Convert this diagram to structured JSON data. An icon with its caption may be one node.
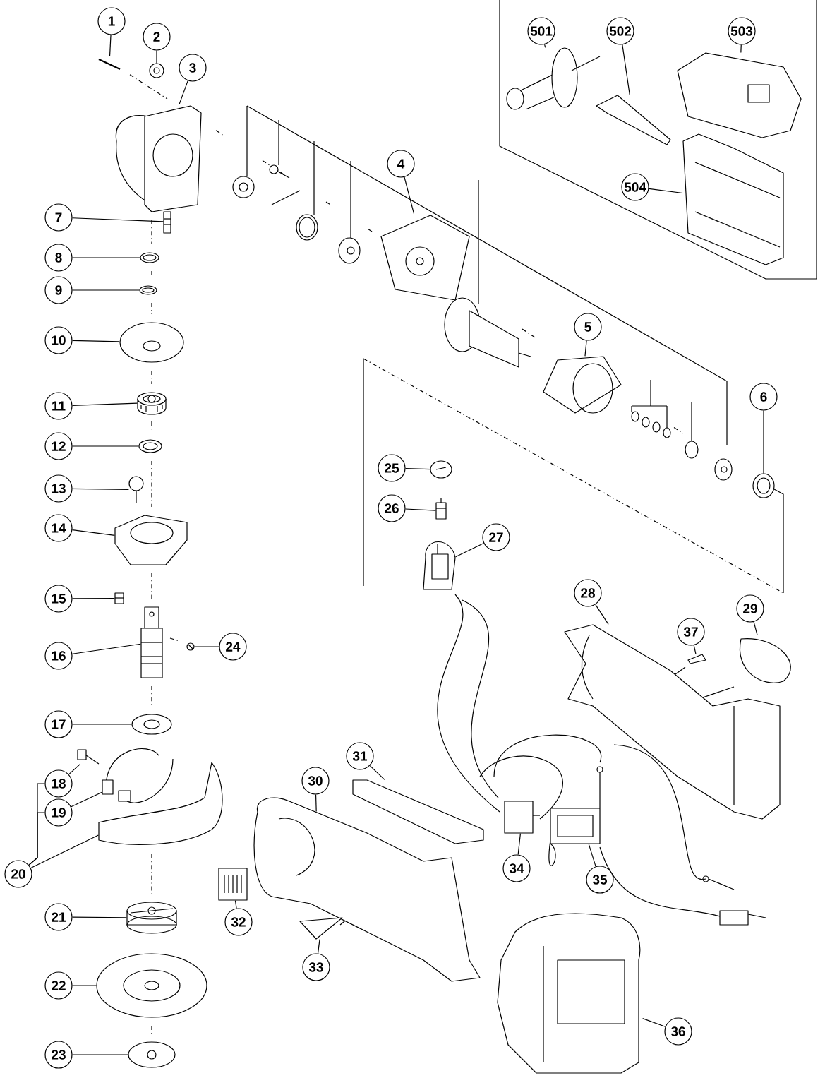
{
  "diagram": {
    "nodes": [
      {
        "text": [
          "1"
        ]
      },
      {
        "text": [
          "2"
        ]
      },
      {
        "text": [
          "3"
        ]
      },
      {
        "text": [
          "4"
        ]
      },
      {
        "text": [
          "5"
        ]
      },
      {
        "text": [
          "6"
        ]
      },
      {
        "text": [
          "7"
        ]
      },
      {
        "text": [
          "8"
        ]
      },
      {
        "text": [
          "9"
        ]
      },
      {
        "text": [
          "10"
        ]
      },
      {
        "text": [
          "11"
        ]
      },
      {
        "text": [
          "12"
        ]
      },
      {
        "text": [
          "13"
        ]
      },
      {
        "text": [
          "14"
        ]
      },
      {
        "text": [
          "15"
        ]
      },
      {
        "text": [
          "16"
        ]
      },
      {
        "text": [
          "17"
        ]
      },
      {
        "text": [
          "18"
        ]
      },
      {
        "text": [
          "19"
        ]
      },
      {
        "text": [
          "20"
        ]
      },
      {
        "text": [
          "21"
        ]
      },
      {
        "text": [
          "22"
        ]
      },
      {
        "text": [
          "23"
        ]
      },
      {
        "text": [
          "24"
        ]
      },
      {
        "text": [
          "25"
        ]
      },
      {
        "text": [
          "26"
        ]
      },
      {
        "text": [
          "27"
        ]
      },
      {
        "text": [
          "28"
        ]
      },
      {
        "text": [
          "29"
        ]
      },
      {
        "text": [
          "30"
        ]
      },
      {
        "text": [
          "31"
        ]
      },
      {
        "text": [
          "32"
        ]
      },
      {
        "text": [
          "33"
        ]
      },
      {
        "text": [
          "34"
        ]
      },
      {
        "text": [
          "35"
        ]
      },
      {
        "text": [
          "36"
        ]
      },
      {
        "text": [
          "37"
        ]
      },
      {
        "text": [
          "501"
        ]
      },
      {
        "text": [
          "502"
        ]
      },
      {
        "text": [
          "503"
        ]
      },
      {
        "text": [
          "504"
        ]
      },
      {
        "text": [],
        "shape": "picture"
      },
      {
        "text": [],
        "shape": "picture"
      },
      {
        "text": [],
        "shape": "picture"
      },
      {
        "text": [],
        "shape": "picture"
      },
      {
        "text": [],
        "shape": "picture"
      },
      {
        "text": [],
        "shape": "picture"
      },
      {
        "text": [],
        "shape": "picture"
      },
      {
        "text": [],
        "shape": "picture"
      },
      {
        "text": [],
        "shape": "picture"
      },
      {
        "text": [],
        "shape": "picture"
      },
      {
        "text": [],
        "shape": "picture"
      },
      {
        "text": [],
        "shape": "picture"
      },
      {
        "text": [],
        "shape": "picture"
      },
      {
        "text": [],
        "shape": "picture"
      },
      {
        "text": [],
        "shape": "picture"
      },
      {
        "text": [],
        "shape": "picture"
      },
      {
        "text": [],
        "shape": "picture"
      },
      {
        "text": [],
        "shape": "picture"
      },
      {
        "text": [],
        "shape": "picture"
      },
      {
        "text": [],
        "shape": "picture"
      },
      {
        "text": [],
        "shape": "picture"
      },
      {
        "text": [],
        "shape": "picture"
      },
      {
        "text": [],
        "shape": "picture"
      },
      {
        "text": [],
        "shape": "picture"
      },
      {
        "text": [],
        "shape": "picture"
      },
      {
        "text": [],
        "shape": "picture"
      },
      {
        "text": [],
        "shape": "picture"
      },
      {
        "text": [],
        "shape": "picture"
      },
      {
        "text": [],
        "shape": "picture"
      },
      {
        "text": [],
        "shape": "picture"
      },
      {
        "text": [],
        "shape": "picture"
      },
      {
        "text": [],
        "shape": "picture"
      },
      {
        "text": [],
        "shape": "picture"
      },
      {
        "text": [],
        "shape": "picture"
      },
      {
        "text": [],
        "shape": "picture"
      },
      {
        "text": [],
        "shape": "picture"
      },
      {
        "text": [],
        "shape": "picture"
      },
      {
        "text": [],
        "shape": "picture"
      },
      {
        "text": [],
        "shape": "picture"
      },
      {
        "text": [],
        "shape": "picture"
      },
      {
        "text": [],
        "shape": "picture"
      }
    ],
    "edges": [
      {
        "from": 0,
        "to": 41,
        "arrow": "none"
      },
      {
        "from": 1,
        "to": 42,
        "arrow": "none"
      },
      {
        "from": 2,
        "to": 43,
        "arrow": "none"
      },
      {
        "from": 3,
        "to": 44,
        "arrow": "none"
      },
      {
        "from": 4,
        "to": 45,
        "arrow": "none"
      },
      {
        "from": 5,
        "to": 46,
        "arrow": "none"
      },
      {
        "from": 6,
        "to": 47,
        "arrow": "none"
      },
      {
        "from": 7,
        "to": 48,
        "arrow": "none"
      },
      {
        "from": 8,
        "to": 49,
        "arrow": "none"
      },
      {
        "from": 9,
        "to": 50,
        "arrow": "none"
      },
      {
        "from": 10,
        "to": 51,
        "arrow": "none"
      },
      {
        "from": 11,
        "to": 52,
        "arrow": "none"
      },
      {
        "from": 12,
        "to": 53,
        "arrow": "none"
      },
      {
        "from": 13,
        "to": 54,
        "arrow": "none"
      },
      {
        "from": 14,
        "to": 55,
        "arrow": "none"
      },
      {
        "from": 15,
        "to": 56,
        "arrow": "none"
      },
      {
        "from": 16,
        "to": 57,
        "arrow": "none"
      },
      {
        "from": 17,
        "to": 58,
        "arrow": "none"
      },
      {
        "from": 18,
        "to": 59,
        "arrow": "none"
      },
      {
        "from": 19,
        "to": 60,
        "arrow": "none"
      },
      {
        "from": 20,
        "to": 61,
        "arrow": "none"
      },
      {
        "from": 21,
        "to": 62,
        "arrow": "none"
      },
      {
        "from": 22,
        "to": 63,
        "arrow": "none"
      },
      {
        "from": 23,
        "to": 64,
        "arrow": "none"
      },
      {
        "from": 24,
        "to": 65,
        "arrow": "none"
      },
      {
        "from": 25,
        "to": 66,
        "arrow": "none"
      },
      {
        "from": 26,
        "to": 67,
        "arrow": "none"
      },
      {
        "from": 27,
        "to": 68,
        "arrow": "none"
      },
      {
        "from": 28,
        "to": 69,
        "arrow": "none"
      },
      {
        "from": 29,
        "to": 70,
        "arrow": "none"
      },
      {
        "from": 30,
        "to": 71,
        "arrow": "none"
      },
      {
        "from": 31,
        "to": 72,
        "arrow": "none"
      },
      {
        "from": 32,
        "to": 73,
        "arrow": "none"
      },
      {
        "from": 33,
        "to": 74,
        "arrow": "none"
      },
      {
        "from": 34,
        "to": 75,
        "arrow": "none"
      },
      {
        "from": 35,
        "to": 76,
        "arrow": "none"
      },
      {
        "from": 36,
        "to": 77,
        "arrow": "none"
      },
      {
        "from": 37,
        "to": 78,
        "arrow": "none"
      },
      {
        "from": 38,
        "to": 79,
        "arrow": "none"
      },
      {
        "from": 39,
        "to": 80,
        "arrow": "none"
      },
      {
        "from": 40,
        "to": 81,
        "arrow": "none"
      },
      {
        "from": 17,
        "to": 19,
        "arrow": "none"
      },
      {
        "from": 18,
        "to": 19,
        "arrow": "none"
      }
    ]
  }
}
